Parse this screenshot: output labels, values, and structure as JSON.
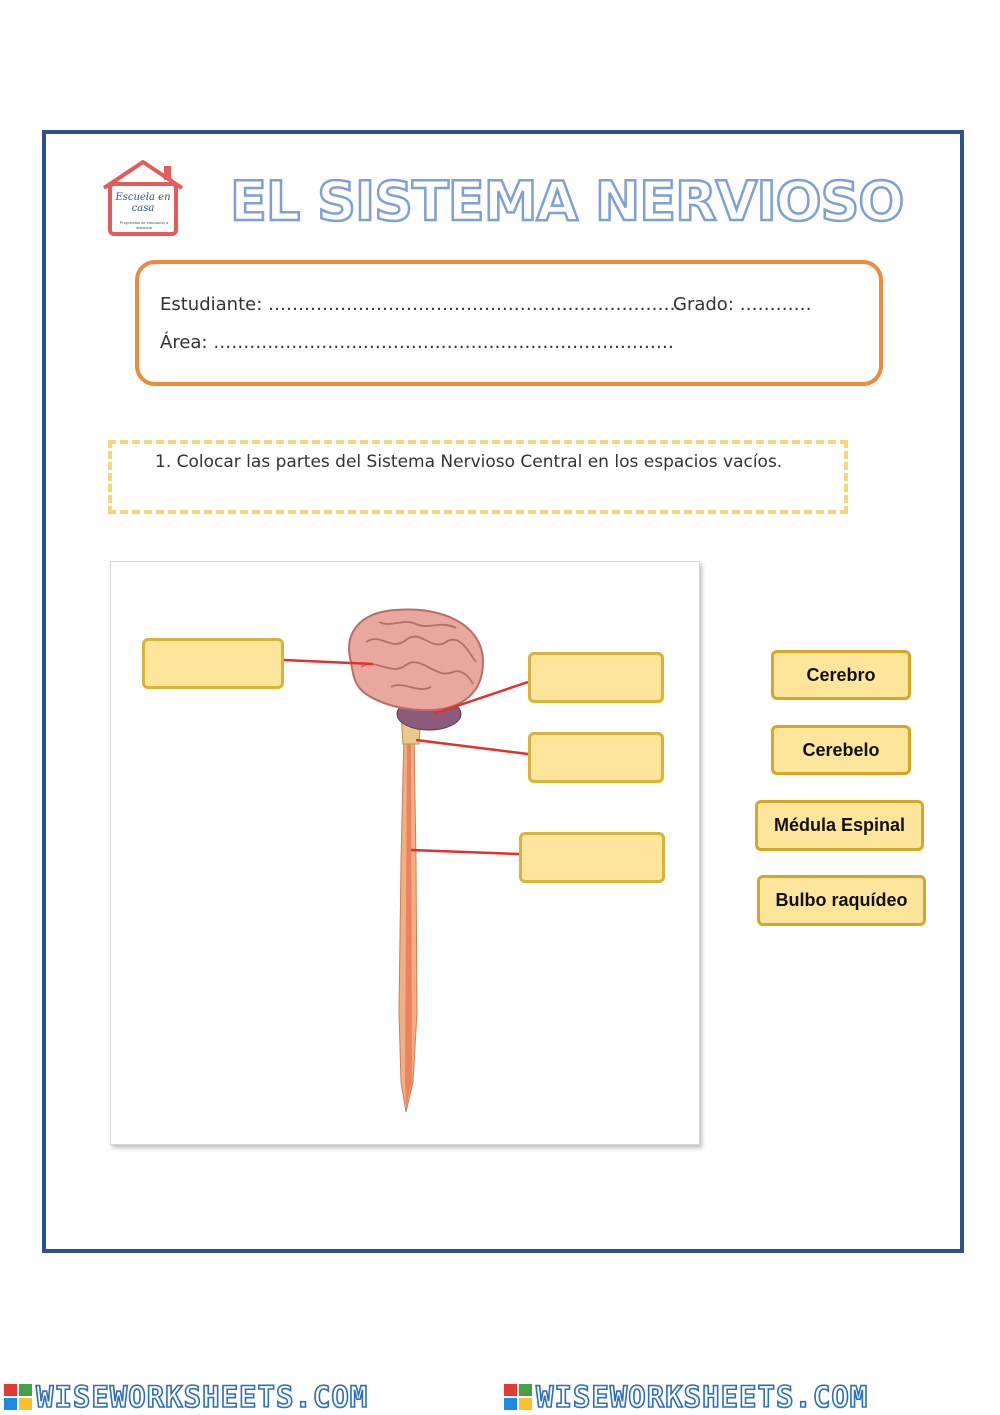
{
  "logo": {
    "line1": "Escuela en",
    "line2": "casa",
    "tagline": "Propuestas de educación a distancia"
  },
  "title": "EL SISTEMA NERVIOSO",
  "student_box": {
    "student": "Estudiante: ………………………………….……….……………….",
    "grade": "Grado: …………",
    "area": "Área: …………………….………….……….……….……….………"
  },
  "instruction": "1.   Colocar las partes del Sistema Nervioso Central en los espacios vacíos.",
  "word_bank": [
    "Cerebro",
    "Cerebelo",
    "Médula Espinal",
    "Bulbo raquídeo"
  ],
  "footer": {
    "brand": "WISEWORKSHEETS.COM"
  },
  "colors": {
    "frame": "#2f4f8f",
    "title_outline": "#7fa0d4",
    "student_border": "#ee8a3c",
    "instruction_border": "#f5d77a",
    "box_fill": "#fde59c",
    "connector": "#e03030"
  }
}
